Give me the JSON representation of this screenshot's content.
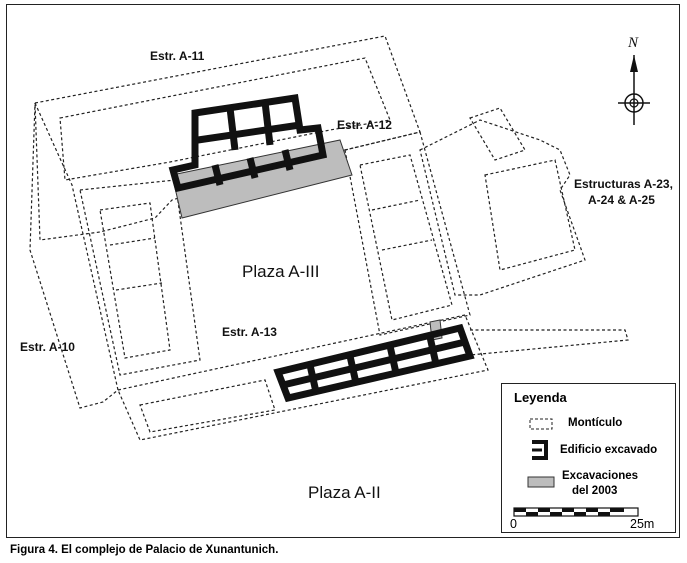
{
  "labels": {
    "estr_a11": "Estr. A-11",
    "estr_a12": "Estr. A-12",
    "estr_a13": "Estr. A-13",
    "estr_a10": "Estr. A-10",
    "estructuras_line1": "Estructuras A-23,",
    "estructuras_line2": "A-24 & A-25",
    "plaza_a3": "Plaza A-III",
    "plaza_a2": "Plaza A-II"
  },
  "north": "N",
  "legend": {
    "title": "Leyenda",
    "items": [
      "Montículo",
      "Edificio excavado",
      "Excavaciones",
      "del 2003"
    ],
    "scale_start": "0",
    "scale_end": "25m"
  },
  "caption": "Figura 4.  El complejo de Palacio de Xunantunich.",
  "colors": {
    "ink": "#111111",
    "excavation_fill": "#bdbdbd"
  }
}
